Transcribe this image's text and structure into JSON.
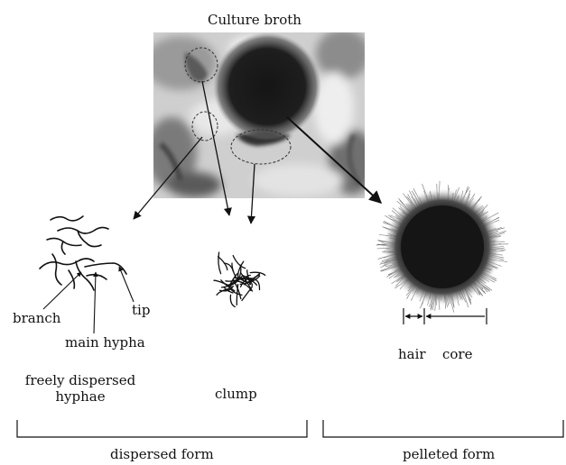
{
  "title": "Culture broth",
  "dispersed": {
    "branch": "branch",
    "main_hypha": "main hypha",
    "tip": "tip",
    "freely_line1": "freely dispersed",
    "freely_line2": "hyphae",
    "clump": "clump"
  },
  "pellet": {
    "hair": "hair",
    "core": "core"
  },
  "groups": {
    "dispersed_form": "dispersed form",
    "pelleted_form": "pelleted form"
  },
  "colors": {
    "ink": "#111111",
    "photo_light": "#d8d8d8",
    "pellet_core": "#141414"
  }
}
